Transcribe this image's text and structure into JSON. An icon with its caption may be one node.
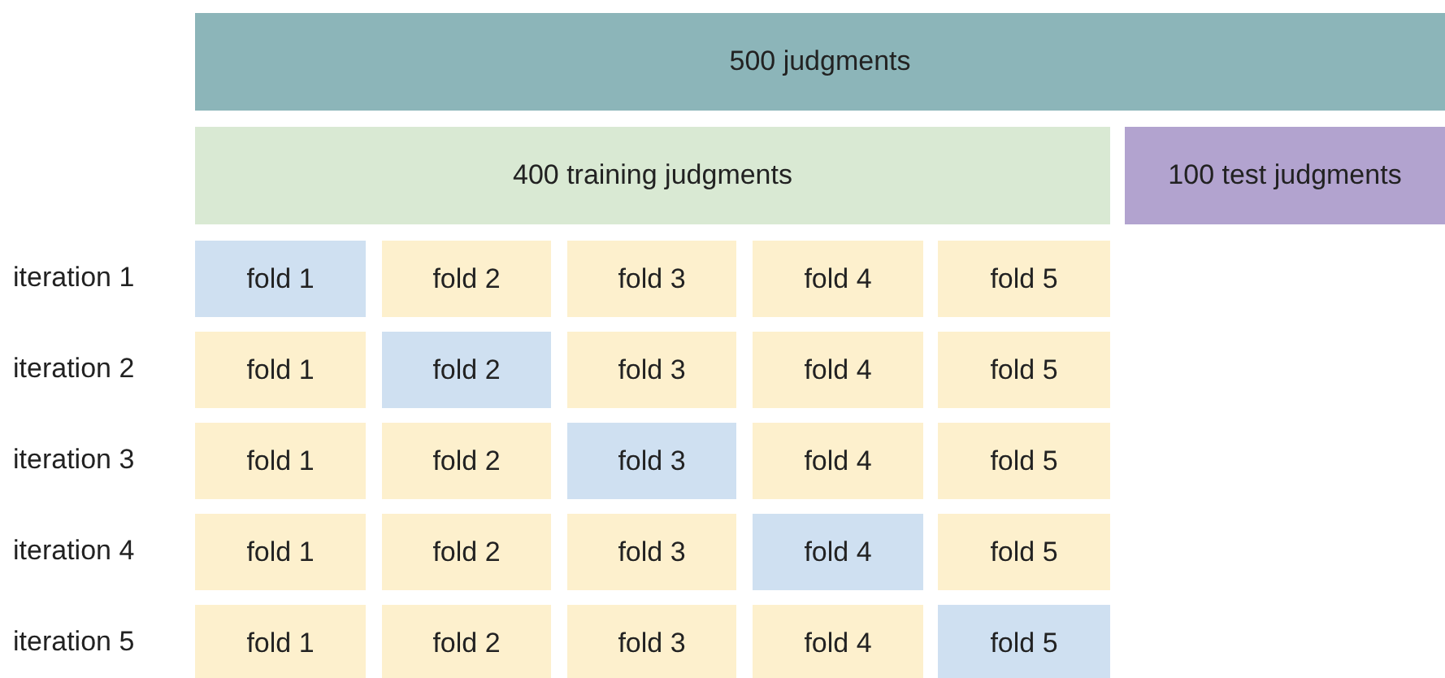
{
  "diagram": {
    "nodes": [
      {
        "text": [
          "500 judgments"
        ]
      },
      {
        "text": [
          "400 training judgments"
        ]
      },
      {
        "text": [
          "100 test judgments"
        ]
      },
      {
        "text": [
          "fold 1"
        ]
      },
      {
        "text": [
          "fold 2"
        ]
      },
      {
        "text": [
          "fold 3"
        ]
      },
      {
        "text": [
          "fold 4"
        ]
      },
      {
        "text": [
          "fold 5"
        ]
      },
      {
        "text": [
          "fold 1"
        ]
      },
      {
        "text": [
          "fold 2"
        ]
      },
      {
        "text": [
          "fold 3"
        ]
      },
      {
        "text": [
          "fold 4"
        ]
      },
      {
        "text": [
          "fold 5"
        ]
      },
      {
        "text": [
          "fold 1"
        ]
      },
      {
        "text": [
          "fold 2"
        ]
      },
      {
        "text": [
          "fold 3"
        ]
      },
      {
        "text": [
          "fold 4"
        ]
      },
      {
        "text": [
          "fold 5"
        ]
      },
      {
        "text": [
          "fold 1"
        ]
      },
      {
        "text": [
          "fold 2"
        ]
      },
      {
        "text": [
          "fold 3"
        ]
      },
      {
        "text": [
          "fold 4"
        ]
      },
      {
        "text": [
          "fold 5"
        ]
      },
      {
        "text": [
          "fold 1"
        ]
      },
      {
        "text": [
          "fold 2"
        ]
      },
      {
        "text": [
          "fold 3"
        ]
      },
      {
        "text": [
          "fold 4"
        ]
      },
      {
        "text": [
          "fold 5"
        ]
      }
    ],
    "labels": [
      "iteration 1",
      "iteration 2",
      "iteration 3",
      "iteration 4",
      "iteration 5"
    ]
  }
}
